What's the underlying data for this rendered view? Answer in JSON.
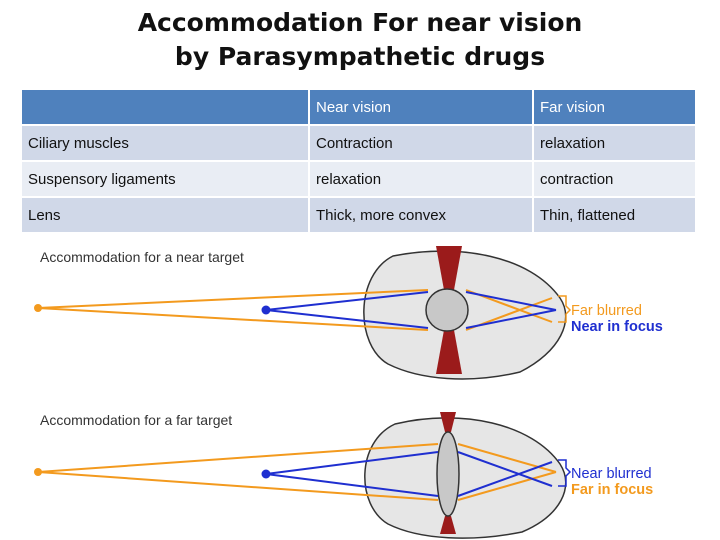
{
  "title": {
    "line1": "Accommodation For near vision",
    "line2": "by Parasympathetic drugs"
  },
  "table": {
    "headers": [
      "",
      "Near  vision",
      "Far vision"
    ],
    "rows": [
      [
        "Ciliary muscles",
        "Contraction",
        "relaxation"
      ],
      [
        "Suspensory ligaments",
        "relaxation",
        "contraction"
      ],
      [
        "Lens",
        "Thick, more convex",
        "Thin, flattened"
      ]
    ]
  },
  "diagrams": {
    "near": {
      "caption": "Accommodation for a near target",
      "label_top": "Far blurred",
      "label_bottom": "Near in focus"
    },
    "far": {
      "caption": "Accommodation for a far target",
      "label_top": "Near blurred",
      "label_bottom": "Far in focus"
    }
  },
  "colors": {
    "header_bg": "#4f81bd",
    "row_odd": "#d0d8e8",
    "row_even": "#e9edf4",
    "far_ray": "#f39a1e",
    "near_ray": "#1f2fd0",
    "ciliary_muscle": "#9b1b1b",
    "label_blue": "#1f2fd0",
    "label_orange": "#f39a1e"
  }
}
